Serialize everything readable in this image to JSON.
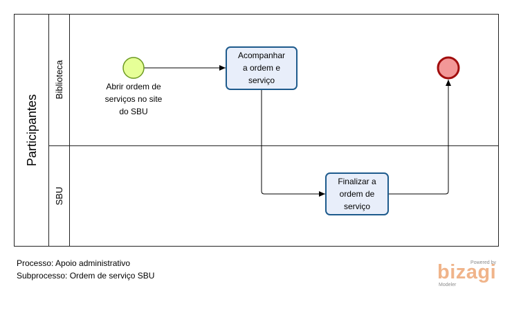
{
  "pool": {
    "label": "Participantes"
  },
  "lanes": [
    {
      "label": "Biblioteca"
    },
    {
      "label": "SBU"
    }
  ],
  "start_event": {
    "label_lines": [
      "Abrir ordem de",
      "serviços no site",
      "do SBU"
    ],
    "color": "#e6ff97"
  },
  "end_event": {
    "color": "#f29797",
    "stroke": "#a10d0d"
  },
  "tasks": [
    {
      "label_lines": [
        "Acompanhar",
        "a ordem e",
        "serviço"
      ]
    },
    {
      "label_lines": [
        "Finalizar a",
        "ordem de",
        "serviço"
      ]
    }
  ],
  "task_style": {
    "fill": "#e8eefa",
    "stroke": "#1d5a8c"
  },
  "footer": {
    "process": "Processo: Apoio administrativo",
    "subprocess": "Subprocesso: Ordem de serviço SBU"
  },
  "brand": {
    "powered": "Powered by",
    "name": "bizagi",
    "product": "Modeler"
  }
}
